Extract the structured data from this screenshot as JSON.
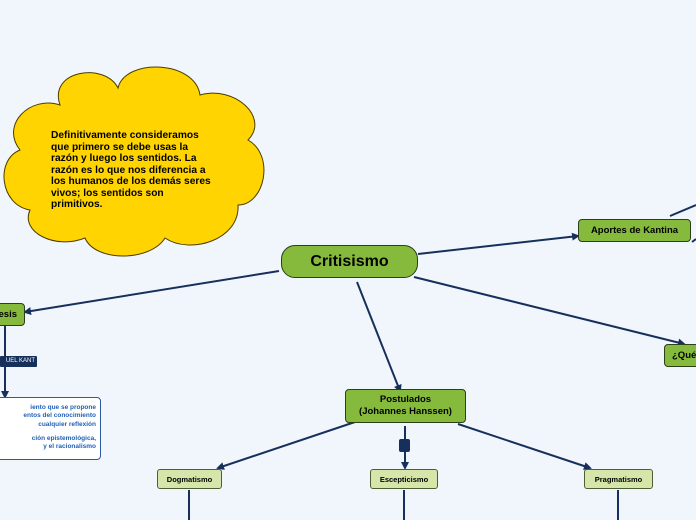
{
  "central": {
    "label": "Critisismo"
  },
  "cloud": {
    "lines": [
      "Definitivamente consideramos",
      "que primero se debe usas la",
      "razón  y luego los sentidos. La",
      "razón es lo que nos diferencia a",
      "los humanos de los demás seres",
      "vivos; los sentidos son",
      "primitivos."
    ]
  },
  "nodes": {
    "aportes": "Aportes de Kantina",
    "que": "¿Qué",
    "left": "esis",
    "postulados_line1": "Postulados",
    "postulados_line2": "(Johannes Hanssen)",
    "dogmatismo": "Dogmatismo",
    "escepticismo": "Escepticismo",
    "pragmatismo": "Pragmatismo"
  },
  "tag": {
    "label": "UEL KANT"
  },
  "note": {
    "lines": [
      "iento que se propone",
      "entos del conocimiento",
      "cualquier reflexión",
      "",
      "ción epistemológica,",
      "y el racionalismo"
    ]
  },
  "colors": {
    "background": "#f1f6fd",
    "main_node": "#86ba3c",
    "sub_node": "#d6e5a9",
    "cloud": "#ffd400",
    "connector": "#17305b"
  }
}
